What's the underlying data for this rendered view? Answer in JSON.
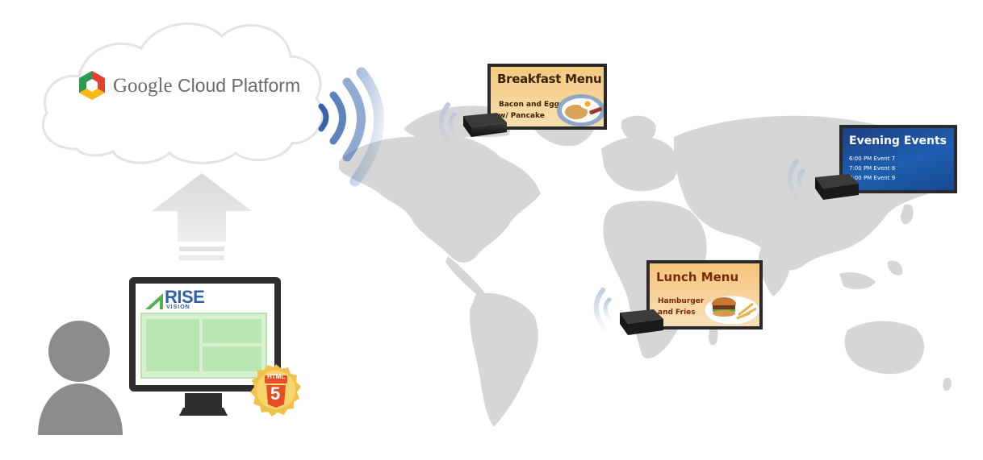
{
  "cloud": {
    "brand": "Google",
    "product": "Cloud Platform"
  },
  "app": {
    "logo_main": "RISE",
    "logo_sub": "VISION",
    "badge_top": "HTML",
    "badge_num": "5"
  },
  "displays": {
    "breakfast": {
      "title": "Breakfast Menu",
      "lines": [
        "Bacon and Egg",
        "w/ Pancake"
      ]
    },
    "evening": {
      "title": "Evening Events",
      "lines": [
        "6:00 PM Event 7",
        "7:00 PM Event 8",
        "8:00 PM Event 9"
      ]
    },
    "lunch": {
      "title": "Lunch Menu",
      "lines": [
        "Hamburger",
        "and Fries"
      ]
    }
  },
  "colors": {
    "map": "#d6d6d6",
    "cloud_outline": "#e3e3e3",
    "arrow": "#e0e0e0",
    "signal": "#3564ad",
    "person": "#8c8c8c",
    "monitor": "#2e2e2e",
    "layout_green": "#c8ebc3",
    "html5": "#e44d26"
  },
  "icons": [
    "google-cloud-hexagon-icon",
    "wifi-signal-icon",
    "upload-arrow-icon",
    "user-icon",
    "monitor-icon",
    "html5-badge-icon",
    "media-player-icon"
  ]
}
